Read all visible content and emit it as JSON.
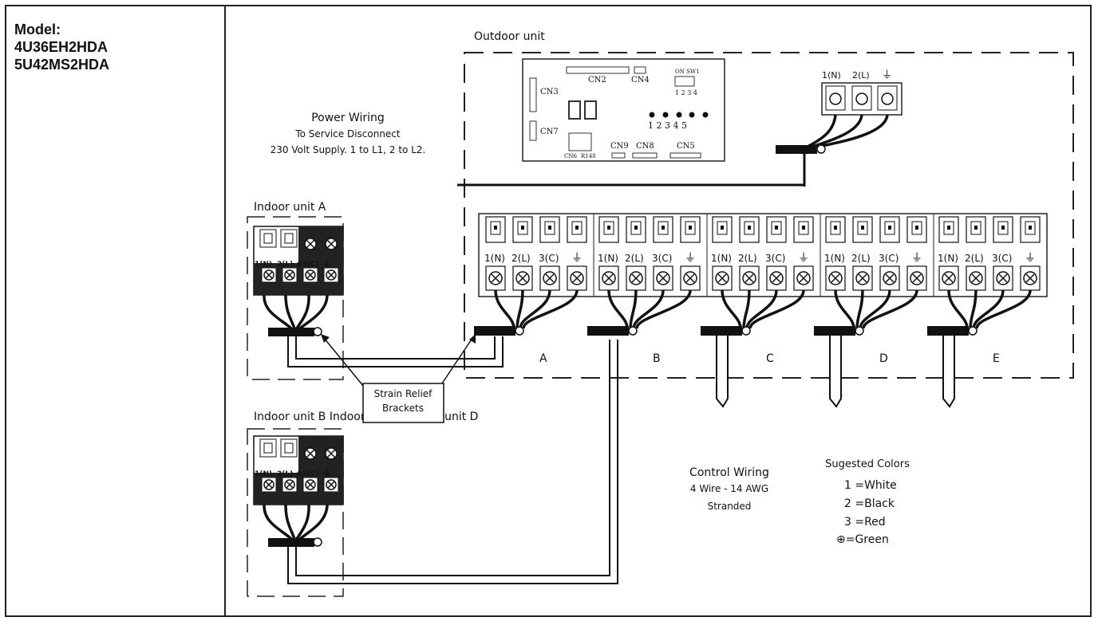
{
  "model": {
    "label": "Model:",
    "numbers": [
      "4U36EH2HDA",
      "5U42MS2HDA"
    ]
  },
  "outdoor_unit": {
    "label": "Outdoor unit",
    "board": {
      "connectors": [
        "CN2",
        "CN4",
        "CN3",
        "CN7",
        "CN9",
        "CN8",
        "CN5",
        "CN6",
        "R148"
      ],
      "switch_label": "ON  SW1",
      "switch_positions": "1 2 3 4",
      "leds": "1  2  3  4  5"
    },
    "power_terminals": [
      "1(N)",
      "2(L)",
      "⏚"
    ]
  },
  "power_wiring": {
    "title": "Power Wiring",
    "line1": "To Service Disconnect",
    "line2": "230 Volt Supply. 1 to L1, 2 to L2."
  },
  "indoor_unit_a": {
    "label": "Indoor unit A",
    "terminals": [
      "1(N)",
      "2(L)",
      "⊕3(C)",
      "⏚"
    ]
  },
  "indoor_unit_bcd": {
    "label": "Indoor unit B Indoor unit C Indoor unit D",
    "terminals": [
      "1(N)",
      "2(L)",
      "⊕3(C)",
      "⏚"
    ]
  },
  "strain_relief": {
    "line1": "Strain Relief",
    "line2": "Brackets"
  },
  "zones": [
    {
      "letter": "A",
      "terminals": [
        "1(N)",
        "2(L)",
        "3(C)",
        "⏚"
      ]
    },
    {
      "letter": "B",
      "terminals": [
        "1(N)",
        "2(L)",
        "3(C)",
        "⏚"
      ]
    },
    {
      "letter": "C",
      "terminals": [
        "1(N)",
        "2(L)",
        "3(C)",
        "⏚"
      ]
    },
    {
      "letter": "D",
      "terminals": [
        "1(N)",
        "2(L)",
        "3(C)",
        "⏚"
      ]
    },
    {
      "letter": "E",
      "terminals": [
        "1(N)",
        "2(L)",
        "3(C)",
        "⏚"
      ]
    }
  ],
  "control_wiring": {
    "title": "Control Wiring",
    "line1": "4 Wire - 14 AWG",
    "line2": "Stranded"
  },
  "suggested_colors": {
    "title": "Sugested Colors",
    "items": [
      "1 =White",
      "2 =Black",
      "3 =Red",
      "⊕=Green"
    ]
  }
}
